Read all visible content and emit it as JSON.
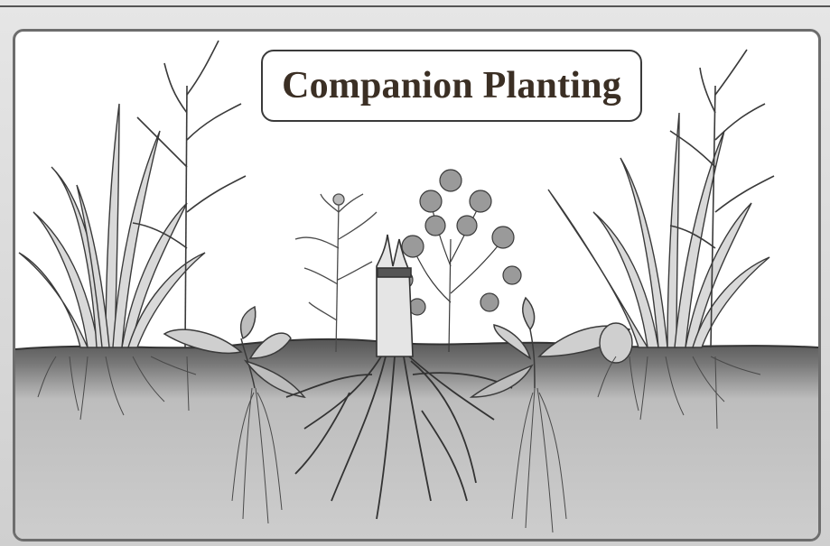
{
  "title": "Companion Planting",
  "colors": {
    "frame": "#6d6d6d",
    "sky": "#ffffff",
    "soil_surface": "#5f5f5f",
    "soil_underground": "#c9c9c9",
    "plant_ink": "#3a3a3a",
    "title_text": "#3b2f24"
  },
  "scene": {
    "plants": [
      {
        "name": "grass-clump",
        "position": "left"
      },
      {
        "name": "tall-seed-grass",
        "position": "left"
      },
      {
        "name": "broad-leaf-seedling",
        "position": "left-center"
      },
      {
        "name": "small-flowering-herb",
        "position": "center-left"
      },
      {
        "name": "cut-stump-taproot",
        "position": "center"
      },
      {
        "name": "parsley-bush",
        "position": "center"
      },
      {
        "name": "broad-leaf-seedling",
        "position": "right-center"
      },
      {
        "name": "grass-clump",
        "position": "right"
      },
      {
        "name": "tall-seed-grass",
        "position": "right"
      }
    ]
  }
}
